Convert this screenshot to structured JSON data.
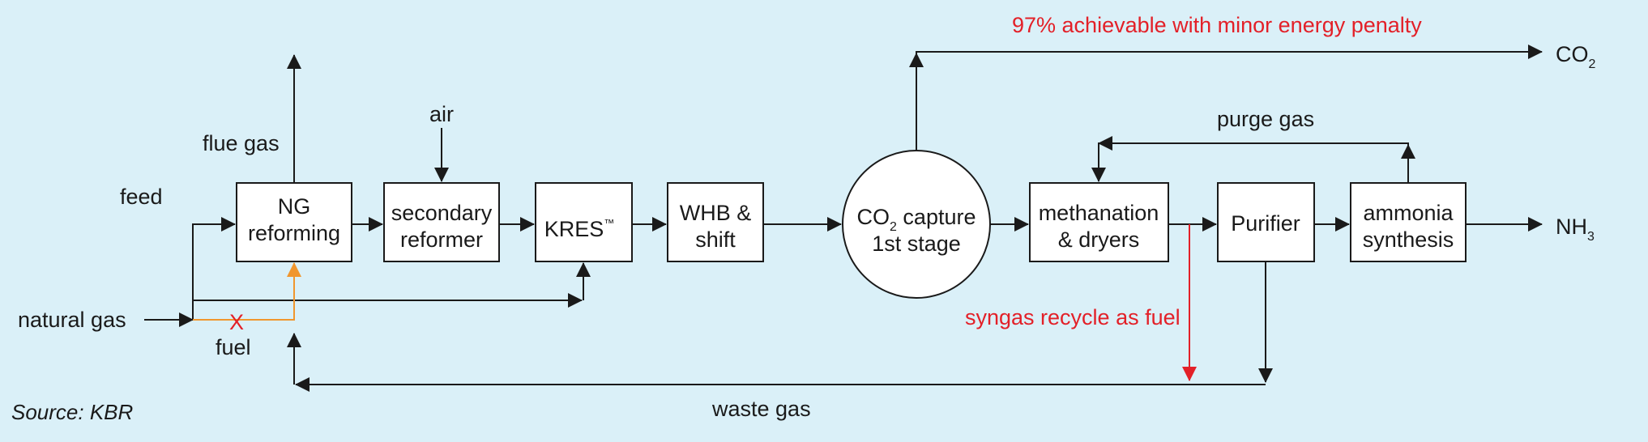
{
  "labels": {
    "ng_reforming": [
      "NG",
      "reforming"
    ],
    "secondary_reformer": [
      "secondary",
      "reformer"
    ],
    "kres": "KRES",
    "kres_tm": "™",
    "whb_shift": [
      "WHB &",
      "shift"
    ],
    "co2_capture": [
      "CO",
      "2",
      " capture",
      "1st stage"
    ],
    "methanation": [
      "methanation",
      "& dryers"
    ],
    "purifier": "Purifier",
    "ammonia_synthesis": [
      "ammonia",
      "synthesis"
    ],
    "flue_gas": "flue gas",
    "feed": "feed",
    "air": "air",
    "natural_gas": "natural gas",
    "fuel": "fuel",
    "fuel_cross": "X",
    "waste_gas": "waste gas",
    "purge_gas": "purge gas",
    "co2_out": [
      "CO",
      "2"
    ],
    "nh3_out": [
      "NH",
      "3"
    ],
    "capture_note": "97% achievable with minor energy penalty",
    "syngas_note": "syngas recycle as fuel",
    "source": "Source: KBR"
  },
  "colors": {
    "background": "#daf0f8",
    "red_annotation": "#e32028",
    "fuel_line": "#f0962e",
    "lines": "#1a1a1a",
    "box_fill": "#ffffff"
  }
}
